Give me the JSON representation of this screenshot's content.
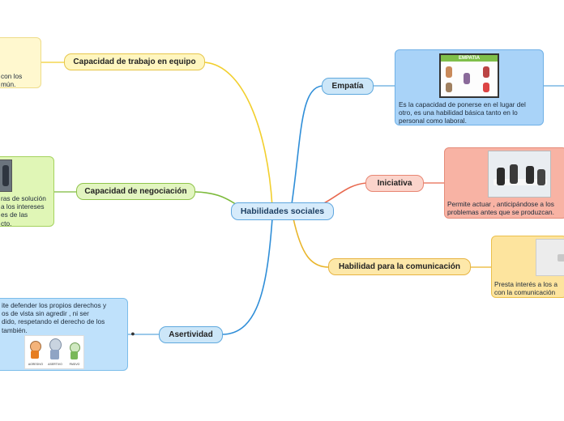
{
  "central": {
    "label": "Habilidades sociales"
  },
  "topics": {
    "empatia": "Empatía",
    "iniciativa": "Iniciativa",
    "comunicacion": "Habilidad para la comunicación",
    "asertividad": "Asertividad",
    "negociacion": "Capacidad de negociación",
    "trabajo_equipo": "Capacidad de trabajo en equipo"
  },
  "notes": {
    "empatia": [
      "Es la capacidad de ponerse en el lugar del",
      "otro, es una habilidad básica tanto en lo",
      "personal como laboral."
    ],
    "iniciativa": [
      "Permite actuar , anticipándose a los",
      "problemas antes que se produzcan."
    ],
    "comunicacion": [
      "Presta interés a los a",
      "con la comunicación"
    ],
    "asertividad": [
      "ite defender los propios derechos y",
      "os de vista sin agredir , ni ser",
      "dido, respetando el derecho de los",
      " también."
    ],
    "negociacion": [
      "ras de solución",
      "a los intereses",
      "es de las",
      "cto."
    ],
    "trabajo_equipo": [
      "con los",
      "mún."
    ]
  },
  "images": {
    "empatia_caption": "EMPATIA",
    "asertividad_captions": [
      "AGRESIVO",
      "ASERTIVO",
      "PASIVO"
    ]
  },
  "colors": {
    "central": "#d6ebfb",
    "branch_yellow": "#f2cf2e",
    "branch_green": "#7cba3a",
    "branch_blue": "#2f8ed8",
    "branch_red": "#e8694f",
    "branch_orange": "#e9b52a"
  },
  "icons": {
    "link_icon": "globe-link-icon"
  }
}
